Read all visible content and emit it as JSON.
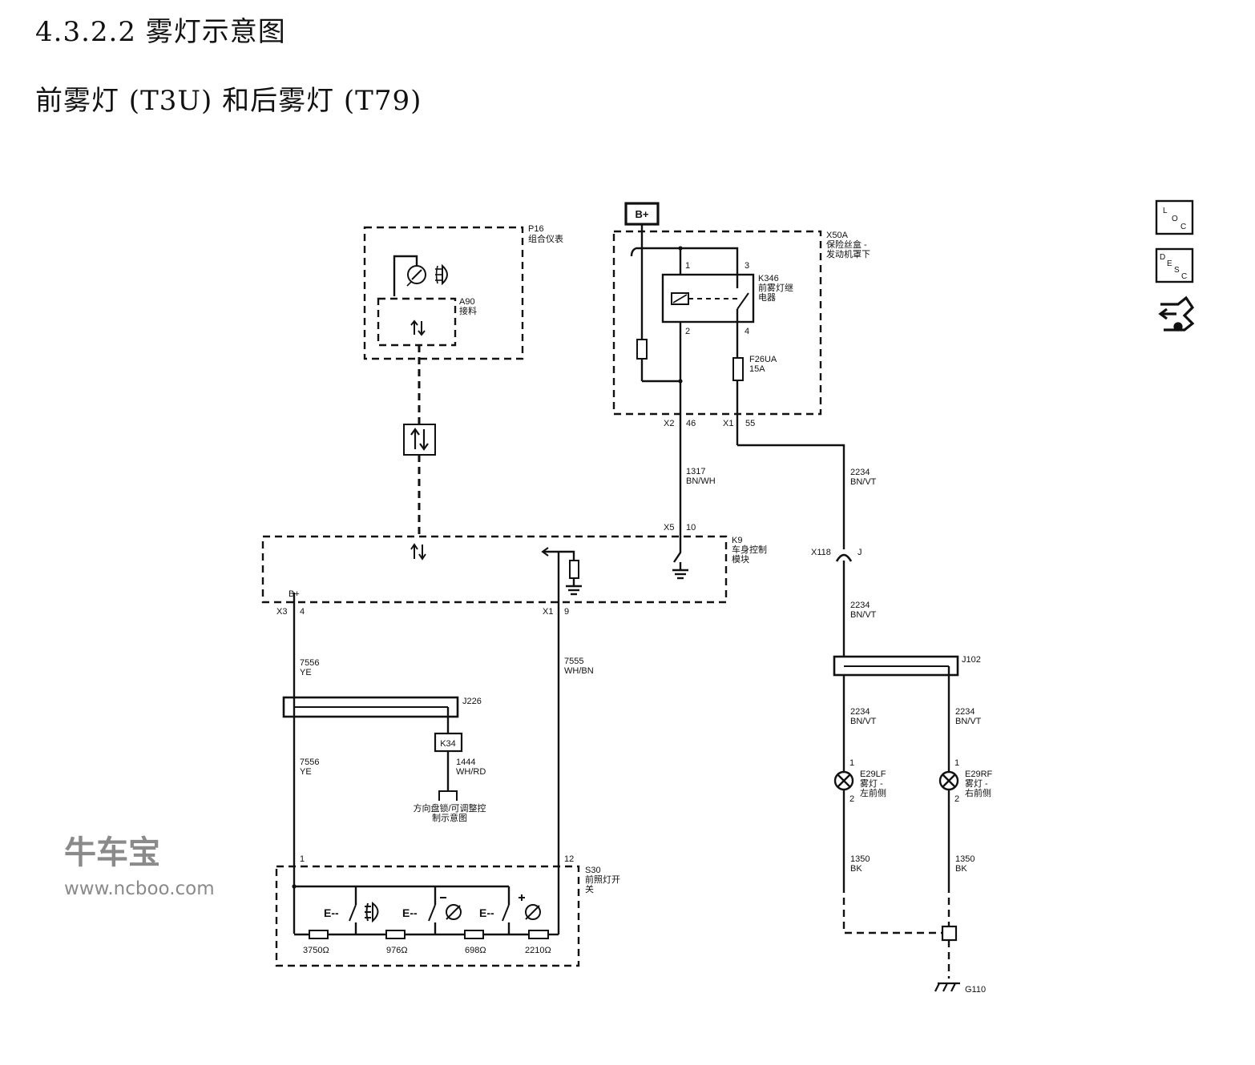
{
  "header": {
    "section_title": "4.3.2.2 雾灯示意图",
    "sub_title": "前雾灯 (T3U) 和后雾灯 (T79)"
  },
  "supply": {
    "label": "B+"
  },
  "modules": {
    "p16": {
      "id": "P16",
      "name": "组合仪表"
    },
    "a90": {
      "id": "A90",
      "name": "接料"
    },
    "x50a": {
      "id": "X50A",
      "name_line1": "保险丝盒 -",
      "name_line2": "发动机罩下"
    },
    "k346": {
      "id": "K346",
      "name_line1": "前雾灯继",
      "name_line2": "电器"
    },
    "f26ua": {
      "id": "F26UA",
      "rating": "15A"
    },
    "k9": {
      "id": "K9",
      "name_line1": "车身控制",
      "name_line2": "模块"
    },
    "s30": {
      "id": "S30",
      "name_line1": "前照灯开",
      "name_line2": "关"
    },
    "j226": {
      "id": "J226"
    },
    "j102": {
      "id": "J102"
    },
    "k34": {
      "id": "K34",
      "note_line1": "方向盘锁/可调整控",
      "note_line2": "制示意图"
    },
    "x118": {
      "id": "X118",
      "pin": "J"
    },
    "e29lf": {
      "id": "E29LF",
      "name_line1": "雾灯 -",
      "name_line2": "左前侧"
    },
    "e29rf": {
      "id": "E29RF",
      "name_line1": "雾灯 -",
      "name_line2": "右前侧"
    },
    "g110": {
      "id": "G110"
    }
  },
  "pins": {
    "x2": "X2",
    "x2_46": "46",
    "x1": "X1",
    "x1_55": "55",
    "k346_1": "1",
    "k346_2": "2",
    "k346_3": "3",
    "k346_4": "4",
    "x5": "X5",
    "x5_10": "10",
    "x3": "X3",
    "x3_4": "4",
    "x1b": "X1",
    "x1b_9": "9",
    "bplus": "B+",
    "s30_1": "1",
    "s30_12": "12",
    "e_l1": "1",
    "e_l2": "2",
    "e_r1": "1",
    "e_r2": "2"
  },
  "wires": {
    "w1317": {
      "num": "1317",
      "color": "BN/WH"
    },
    "w2234a": {
      "num": "2234",
      "color": "BN/VT"
    },
    "w2234b": {
      "num": "2234",
      "color": "BN/VT"
    },
    "w2234c": {
      "num": "2234",
      "color": "BN/VT"
    },
    "w2234d": {
      "num": "2234",
      "color": "BN/VT"
    },
    "w7556a": {
      "num": "7556",
      "color": "YE"
    },
    "w7556b": {
      "num": "7556",
      "color": "YE"
    },
    "w7555": {
      "num": "7555",
      "color": "WH/BN"
    },
    "w1444": {
      "num": "1444",
      "color": "WH/RD"
    },
    "w1350a": {
      "num": "1350",
      "color": "BK"
    },
    "w1350b": {
      "num": "1350",
      "color": "BK"
    }
  },
  "resistors": {
    "r1": "3750Ω",
    "r2": "976Ω",
    "r3": "698Ω",
    "r4": "2210Ω"
  },
  "sidebar": {
    "loc_l": "L",
    "loc_o": "O",
    "loc_c": "C",
    "desc_d": "D",
    "desc_e": "E",
    "desc_s": "S",
    "desc_c": "C"
  },
  "watermark": {
    "brand": "牛车宝",
    "url": "www.ncboo.com"
  }
}
